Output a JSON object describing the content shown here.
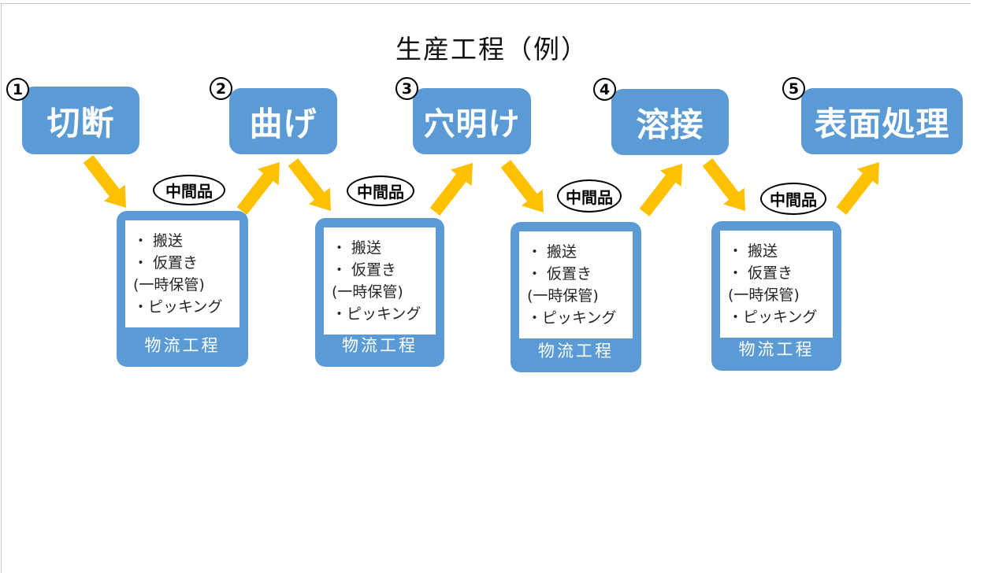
{
  "title": "生産工程（例）",
  "colors": {
    "process_blue": "#5B9BD5",
    "arrow_gold": "#FFC000",
    "outline_black": "#000000",
    "text_white": "#ffffff"
  },
  "steps": [
    {
      "number": "1",
      "label": "切断"
    },
    {
      "number": "2",
      "label": "曲げ"
    },
    {
      "number": "3",
      "label": "穴明け"
    },
    {
      "number": "4",
      "label": "溶接"
    },
    {
      "number": "5",
      "label": "表面処理"
    }
  ],
  "intermediate_label": "中間品",
  "logistics": {
    "items": [
      "・ 搬送",
      "・ 仮置き",
      "(一時保管)",
      "・ピッキング"
    ],
    "label": "物流工程"
  }
}
